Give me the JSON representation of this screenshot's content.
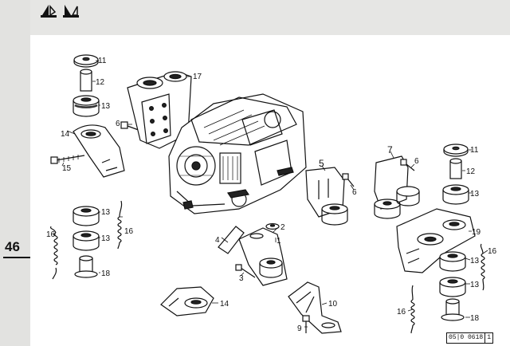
{
  "page": {
    "number": "46"
  },
  "header": {
    "logos": [
      "engine-mount-symbol-left",
      "engine-mount-symbol-right"
    ]
  },
  "callouts": [
    "11",
    "12",
    "13",
    "14",
    "15",
    "6",
    "17",
    "13",
    "13",
    "16",
    "16",
    "18",
    "1",
    "2",
    "3",
    "4",
    "5",
    "6",
    "7",
    "6",
    "11",
    "12",
    "13",
    "19",
    "13",
    "13",
    "16",
    "18",
    "16",
    "14",
    "10",
    "9"
  ],
  "drawing_code": {
    "code": "05|0 0618",
    "rev": "1"
  }
}
